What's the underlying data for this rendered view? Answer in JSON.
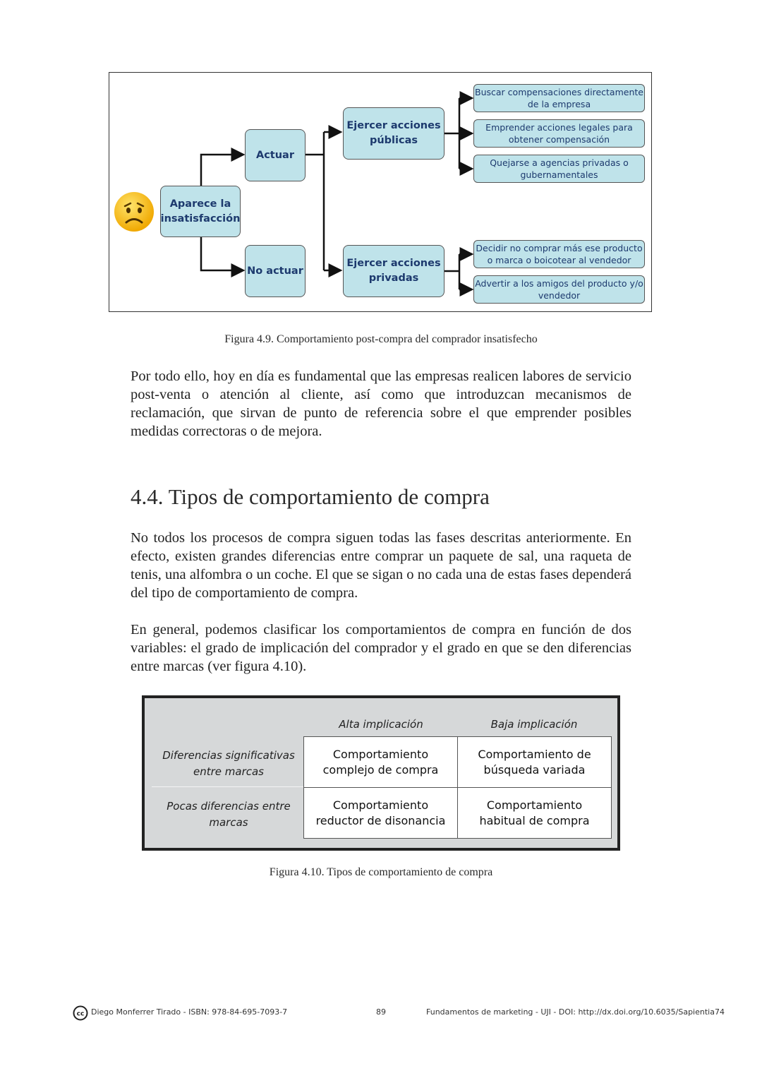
{
  "figure_49": {
    "sad_face": "sad-face-emoji",
    "start": "Aparece la insatisfacción",
    "act": "Actuar",
    "no_act": "No actuar",
    "public": "Ejercer acciones públicas",
    "private": "Ejercer acciones privadas",
    "public_options": [
      "Buscar compensaciones directamente de la empresa",
      "Emprender acciones legales para obtener compensación",
      "Quejarse a agencias privadas o gubernamentales"
    ],
    "private_options": [
      "Decidir no comprar más ese producto o marca o boicotear al vendedor",
      "Advertir a los amigos del producto y/o vendedor"
    ],
    "caption": "Figura 4.9.  Comportamiento post-compra del comprador insatisfecho"
  },
  "paragraphs": {
    "p1": "Por todo ello, hoy en día es fundamental que las empresas realicen labores de servicio post-venta o atención al cliente, así como que introduzcan mecanismos de reclamación, que sirvan de punto de referencia sobre el que emprender posibles medidas correctoras o de mejora.",
    "heading": "4.4. Tipos de comportamiento de compra",
    "p2": "No todos los procesos de compra siguen todas las fases descritas anteriormente. En efecto, existen grandes diferencias entre comprar un paquete de sal, una raqueta de tenis, una alfombra o un coche. El que se sigan o no cada una de estas fases dependerá del tipo de comportamiento de compra.",
    "p3": "En general, podemos clasificar los comportamientos de compra en función de dos variables: el grado de implicación del comprador y el grado en que se den diferencias entre marcas (ver figura 4.10)."
  },
  "figure_410": {
    "col_headers": [
      "Alta implicación",
      "Baja implicación"
    ],
    "row_headers": [
      "Diferencias significativas entre marcas",
      "Pocas diferencias entre marcas"
    ],
    "cells": [
      [
        "Comportamiento complejo de compra",
        "Comportamiento de búsqueda variada"
      ],
      [
        "Comportamiento reductor de disonancia",
        "Comportamiento habitual de compra"
      ]
    ],
    "caption": "Figura 4.10. Tipos de comportamiento de compra"
  },
  "footer": {
    "cc_icon": "creative-commons-icon",
    "author": "Diego Monferrer Tirado - ISBN: 978-84-695-7093-7",
    "page": "89",
    "book": "Fundamentos de marketing - UJI - DOI: http://dx.doi.org/10.6035/Sapientia74"
  }
}
